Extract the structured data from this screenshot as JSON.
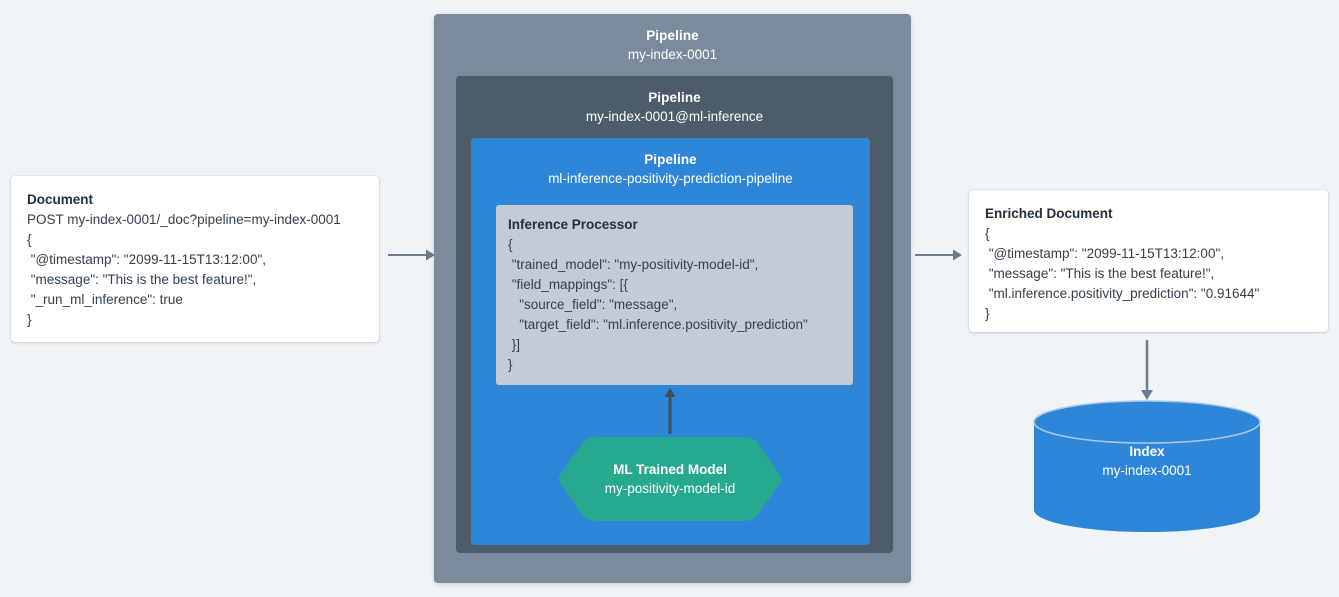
{
  "colors": {
    "background": "#f1f4f7",
    "pipeline_outer": "#7b8b9c",
    "pipeline_mid": "#4c5c6b",
    "pipeline_inner": "#2e86d8",
    "processor_panel": "#c3ccd6",
    "model_hexagon": "#26a98f",
    "index_cylinder": "#2e86d8",
    "arrow": "#6b7c8d",
    "card_background": "#ffffff",
    "text_dark": "#23303e",
    "text_light": "#ffffff"
  },
  "document": {
    "title": "Document",
    "lines": [
      "POST my-index-0001/_doc?pipeline=my-index-0001",
      "{",
      " \"@timestamp\": \"2099-11-15T13:12:00\",",
      " \"message\": \"This is the best feature!\",",
      " \"_run_ml_inference\": true",
      "}"
    ]
  },
  "pipelines": {
    "outer": {
      "label": "Pipeline",
      "name": "my-index-0001"
    },
    "middle": {
      "label": "Pipeline",
      "name": "my-index-0001@ml-inference"
    },
    "inner": {
      "label": "Pipeline",
      "name": "ml-inference-positivity-prediction-pipeline"
    }
  },
  "processor": {
    "title": "Inference Processor",
    "lines": [
      "{",
      " \"trained_model\": \"my-positivity-model-id\",",
      " \"field_mappings\": [{",
      "   \"source_field\": \"message\",",
      "   \"target_field\": \"ml.inference.positivity_prediction\"",
      " }]",
      "}"
    ]
  },
  "model": {
    "label": "ML Trained Model",
    "name": "my-positivity-model-id"
  },
  "enriched_document": {
    "title": "Enriched Document",
    "lines": [
      "{",
      " \"@timestamp\": \"2099-11-15T13:12:00\",",
      " \"message\": \"This is the best feature!\",",
      " \"ml.inference.positivity_prediction\": \"0.91644\"",
      "}"
    ]
  },
  "index": {
    "label": "Index",
    "name": "my-index-0001"
  },
  "arrows": {
    "document_to_pipeline": "arrow-right",
    "pipeline_to_enriched": "arrow-right",
    "model_to_processor": "arrow-up",
    "enriched_to_index": "arrow-down"
  }
}
